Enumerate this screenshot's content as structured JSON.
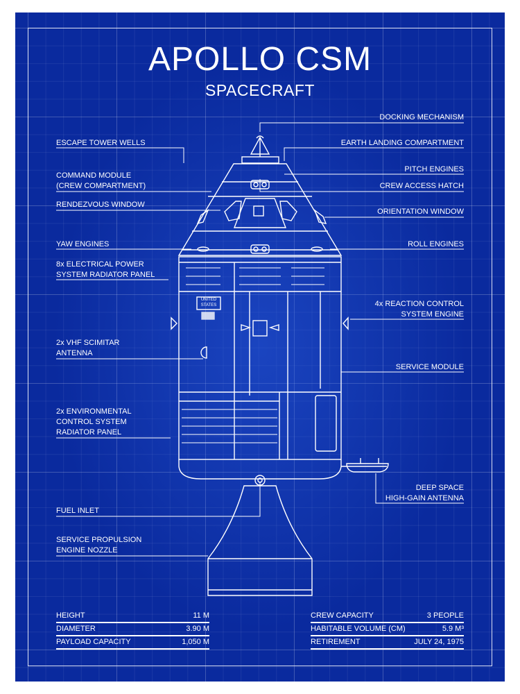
{
  "title": "APOLLO CSM",
  "subtitle": "SPACECRAFT",
  "labels_left": [
    {
      "lines": [
        "ESCAPE TOWER WELLS"
      ]
    },
    {
      "lines": [
        "COMMAND MODULE",
        "(CREW COMPARTMENT)"
      ]
    },
    {
      "lines": [
        "RENDEZVOUS WINDOW"
      ]
    },
    {
      "lines": [
        "YAW ENGINES"
      ]
    },
    {
      "lines": [
        "8x ELECTRICAL POWER",
        "SYSTEM RADIATOR PANEL"
      ]
    },
    {
      "lines": [
        "2x VHF SCIMITAR",
        "ANTENNA"
      ]
    },
    {
      "lines": [
        "2x ENVIRONMENTAL",
        "CONTROL SYSTEM",
        "RADIATOR PANEL"
      ]
    },
    {
      "lines": [
        "FUEL INLET"
      ]
    },
    {
      "lines": [
        "SERVICE PROPULSION",
        "ENGINE NOZZLE"
      ]
    }
  ],
  "labels_right": [
    {
      "lines": [
        "DOCKING MECHANISM"
      ]
    },
    {
      "lines": [
        "EARTH LANDING COMPARTMENT"
      ]
    },
    {
      "lines": [
        "PITCH ENGINES"
      ]
    },
    {
      "lines": [
        "CREW ACCESS HATCH"
      ]
    },
    {
      "lines": [
        "ORIENTATION WINDOW"
      ]
    },
    {
      "lines": [
        "ROLL ENGINES"
      ]
    },
    {
      "lines": [
        "4x REACTION CONTROL",
        "SYSTEM ENGINE"
      ]
    },
    {
      "lines": [
        "SERVICE MODULE"
      ]
    },
    {
      "lines": [
        "DEEP SPACE",
        "HIGH-GAIN ANTENNA"
      ]
    }
  ],
  "flag_text": [
    "UNITED",
    "STATES"
  ],
  "specs_left": [
    {
      "label": "HEIGHT",
      "value": "11 M"
    },
    {
      "label": "DIAMETER",
      "value": "3.90 M"
    },
    {
      "label": "PAYLOAD CAPACITY",
      "value": "1,050 M"
    }
  ],
  "specs_right": [
    {
      "label": "CREW CAPACITY",
      "value": "3 PEOPLE"
    },
    {
      "label": "HABITABLE VOLUME (CM)",
      "value": "5.9 M³"
    },
    {
      "label": "RETIREMENT",
      "value": "JULY 24, 1975"
    }
  ],
  "colors": {
    "background": "#0a2a9e",
    "line": "#ffffff"
  }
}
